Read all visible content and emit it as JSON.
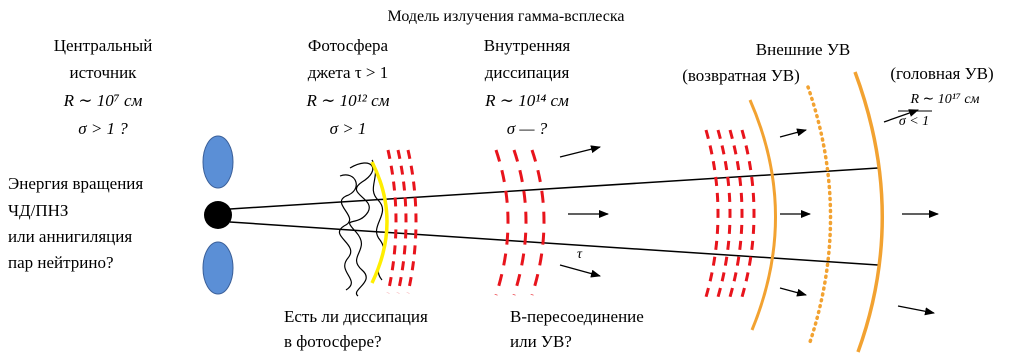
{
  "title": "Модель излучения гамма-всплеска",
  "central_source": {
    "line1": "Центральный",
    "line2": "источник",
    "radius": "R ∼ 10⁷ см",
    "sigma": "σ > 1 ?"
  },
  "energy_source": {
    "line1": "Энергия вращения",
    "line2": "ЧД/ПНЗ",
    "line3": "или аннигиляция",
    "line4": "пар нейтрино?"
  },
  "photosphere": {
    "line1": "Фотосфера",
    "line2": "джета τ > 1",
    "radius": "R ∼ 10¹² см",
    "sigma": "σ > 1"
  },
  "inner_dissipation": {
    "line1": "Внутренняя",
    "line2": "диссипация",
    "radius": "R ∼ 10¹⁴ см",
    "sigma": "σ — ?"
  },
  "external_shocks": {
    "title": "Внешние УВ",
    "reverse": "(возвратная УВ)",
    "forward": "(головная УВ)",
    "radius": "R ∼ 10¹⁷ см",
    "sigma": "σ < 1"
  },
  "question_photosphere": {
    "line1": "Есть ли диссипация",
    "line2": "в фотосфере?"
  },
  "question_reconnection": {
    "line1": "B-пересоединение",
    "line2": "или УВ?"
  },
  "tau_label": "τ",
  "colors": {
    "blob": "#5b8fd6",
    "core": "#000000",
    "dissipation": "#e8141c",
    "photosphere_front": "#ffee00",
    "shock": "#f2a231"
  }
}
